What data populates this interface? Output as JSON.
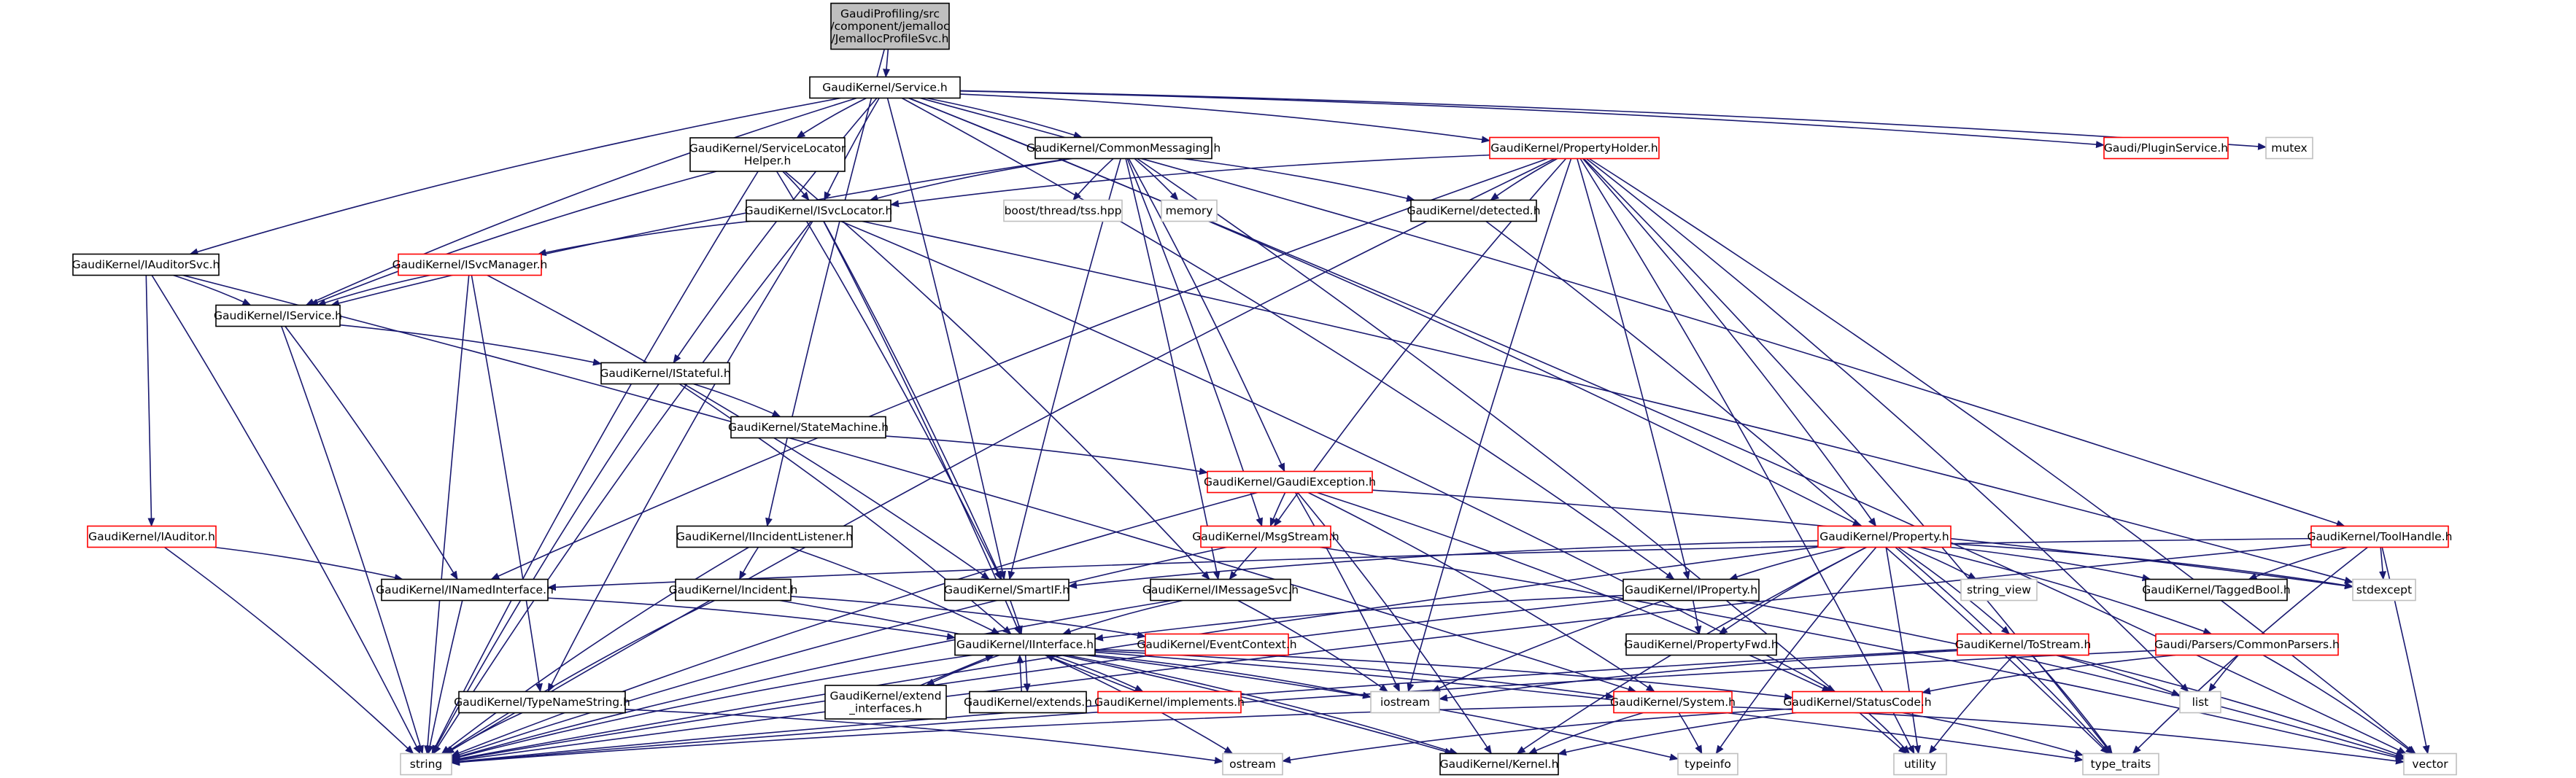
{
  "graph": {
    "colors": {
      "edge": "#191970",
      "root_fill": "#bfbfbf",
      "root_border": "#000000",
      "normal_border": "#000000",
      "link_border": "#ff0000",
      "external_border": "#bfbfbf",
      "text": "#000000",
      "background": "#ffffff"
    },
    "nodes": [
      {
        "id": "root",
        "lines": [
          "GaudiProfiling/src",
          "/component/jemalloc",
          "/JemallocProfileSvc.h"
        ],
        "kind": "root"
      },
      {
        "id": "service",
        "lines": [
          "GaudiKernel/Service.h"
        ],
        "kind": "normal"
      },
      {
        "id": "svclocator_helper",
        "lines": [
          "GaudiKernel/ServiceLocator",
          "Helper.h"
        ],
        "kind": "normal"
      },
      {
        "id": "common_messaging",
        "lines": [
          "GaudiKernel/CommonMessaging.h"
        ],
        "kind": "normal"
      },
      {
        "id": "property_holder",
        "lines": [
          "GaudiKernel/PropertyHolder.h"
        ],
        "kind": "link"
      },
      {
        "id": "plugin_service",
        "lines": [
          "Gaudi/PluginService.h"
        ],
        "kind": "link"
      },
      {
        "id": "mutex",
        "lines": [
          "mutex"
        ],
        "kind": "external"
      },
      {
        "id": "isvclocator",
        "lines": [
          "GaudiKernel/ISvcLocator.h"
        ],
        "kind": "normal"
      },
      {
        "id": "tss",
        "lines": [
          "boost/thread/tss.hpp"
        ],
        "kind": "external"
      },
      {
        "id": "memory",
        "lines": [
          "memory"
        ],
        "kind": "external"
      },
      {
        "id": "detected",
        "lines": [
          "GaudiKernel/detected.h"
        ],
        "kind": "normal"
      },
      {
        "id": "iauditorsvc",
        "lines": [
          "GaudiKernel/IAuditorSvc.h"
        ],
        "kind": "normal"
      },
      {
        "id": "isvcmanager",
        "lines": [
          "GaudiKernel/ISvcManager.h"
        ],
        "kind": "link"
      },
      {
        "id": "iservice",
        "lines": [
          "GaudiKernel/IService.h"
        ],
        "kind": "normal"
      },
      {
        "id": "istateful",
        "lines": [
          "GaudiKernel/IStateful.h"
        ],
        "kind": "normal"
      },
      {
        "id": "statemachine",
        "lines": [
          "GaudiKernel/StateMachine.h"
        ],
        "kind": "normal"
      },
      {
        "id": "gaudiexception",
        "lines": [
          "GaudiKernel/GaudiException.h"
        ],
        "kind": "link"
      },
      {
        "id": "iauditor",
        "lines": [
          "GaudiKernel/IAuditor.h"
        ],
        "kind": "link"
      },
      {
        "id": "iincidentlistener",
        "lines": [
          "GaudiKernel/IIncidentListener.h"
        ],
        "kind": "normal"
      },
      {
        "id": "msgstream",
        "lines": [
          "GaudiKernel/MsgStream.h"
        ],
        "kind": "link"
      },
      {
        "id": "property",
        "lines": [
          "GaudiKernel/Property.h"
        ],
        "kind": "link"
      },
      {
        "id": "toolhandle",
        "lines": [
          "GaudiKernel/ToolHandle.h"
        ],
        "kind": "link"
      },
      {
        "id": "inamedinterface",
        "lines": [
          "GaudiKernel/INamedInterface.h"
        ],
        "kind": "normal"
      },
      {
        "id": "incident",
        "lines": [
          "GaudiKernel/Incident.h"
        ],
        "kind": "normal"
      },
      {
        "id": "smartif",
        "lines": [
          "GaudiKernel/SmartIF.h"
        ],
        "kind": "normal"
      },
      {
        "id": "imessagesvc",
        "lines": [
          "GaudiKernel/IMessageSvc.h"
        ],
        "kind": "normal"
      },
      {
        "id": "iproperty",
        "lines": [
          "GaudiKernel/IProperty.h"
        ],
        "kind": "normal"
      },
      {
        "id": "string_view",
        "lines": [
          "string_view"
        ],
        "kind": "external"
      },
      {
        "id": "taggedbool",
        "lines": [
          "GaudiKernel/TaggedBool.h"
        ],
        "kind": "normal"
      },
      {
        "id": "stdexcept",
        "lines": [
          "stdexcept"
        ],
        "kind": "external"
      },
      {
        "id": "eventcontext",
        "lines": [
          "GaudiKernel/EventContext.h"
        ],
        "kind": "link"
      },
      {
        "id": "iinterface",
        "lines": [
          "GaudiKernel/IInterface.h"
        ],
        "kind": "normal"
      },
      {
        "id": "propertyfwd",
        "lines": [
          "GaudiKernel/PropertyFwd.h"
        ],
        "kind": "normal"
      },
      {
        "id": "tostream",
        "lines": [
          "GaudiKernel/ToStream.h"
        ],
        "kind": "link"
      },
      {
        "id": "commonparsers",
        "lines": [
          "Gaudi/Parsers/CommonParsers.h"
        ],
        "kind": "link"
      },
      {
        "id": "extend_interfaces",
        "lines": [
          "GaudiKernel/extend",
          "_interfaces.h"
        ],
        "kind": "normal"
      },
      {
        "id": "extends",
        "lines": [
          "GaudiKernel/extends.h"
        ],
        "kind": "normal"
      },
      {
        "id": "implements",
        "lines": [
          "GaudiKernel/implements.h"
        ],
        "kind": "link"
      },
      {
        "id": "iostream",
        "lines": [
          "iostream"
        ],
        "kind": "external"
      },
      {
        "id": "system",
        "lines": [
          "GaudiKernel/System.h"
        ],
        "kind": "link"
      },
      {
        "id": "statuscode",
        "lines": [
          "GaudiKernel/StatusCode.h"
        ],
        "kind": "link"
      },
      {
        "id": "list",
        "lines": [
          "list"
        ],
        "kind": "external"
      },
      {
        "id": "typenamestring",
        "lines": [
          "GaudiKernel/TypeNameString.h"
        ],
        "kind": "normal"
      },
      {
        "id": "string",
        "lines": [
          "string"
        ],
        "kind": "external"
      },
      {
        "id": "ostream",
        "lines": [
          "ostream"
        ],
        "kind": "external"
      },
      {
        "id": "kernel",
        "lines": [
          "GaudiKernel/Kernel.h"
        ],
        "kind": "normal"
      },
      {
        "id": "typeinfo",
        "lines": [
          "typeinfo"
        ],
        "kind": "external"
      },
      {
        "id": "utility",
        "lines": [
          "utility"
        ],
        "kind": "external"
      },
      {
        "id": "type_traits",
        "lines": [
          "type_traits"
        ],
        "kind": "external"
      },
      {
        "id": "vector",
        "lines": [
          "vector"
        ],
        "kind": "external"
      }
    ],
    "edges": [
      [
        "root",
        "service"
      ],
      [
        "root",
        "iincidentlistener"
      ],
      [
        "service",
        "svclocator_helper"
      ],
      [
        "service",
        "common_messaging"
      ],
      [
        "service",
        "property_holder"
      ],
      [
        "service",
        "plugin_service"
      ],
      [
        "service",
        "mutex"
      ],
      [
        "service",
        "isvclocator"
      ],
      [
        "service",
        "iauditorsvc"
      ],
      [
        "service",
        "iservice"
      ],
      [
        "service",
        "istateful"
      ],
      [
        "service",
        "smartif"
      ],
      [
        "service",
        "iproperty"
      ],
      [
        "service",
        "property"
      ],
      [
        "service",
        "toolhandle"
      ],
      [
        "service",
        "vector"
      ],
      [
        "svclocator_helper",
        "isvclocator"
      ],
      [
        "svclocator_helper",
        "smartif"
      ],
      [
        "svclocator_helper",
        "iservice"
      ],
      [
        "svclocator_helper",
        "string"
      ],
      [
        "svclocator_helper",
        "imessagesvc"
      ],
      [
        "common_messaging",
        "isvclocator"
      ],
      [
        "common_messaging",
        "tss"
      ],
      [
        "common_messaging",
        "memory"
      ],
      [
        "common_messaging",
        "detected"
      ],
      [
        "common_messaging",
        "gaudiexception"
      ],
      [
        "common_messaging",
        "msgstream"
      ],
      [
        "common_messaging",
        "imessagesvc"
      ],
      [
        "common_messaging",
        "smartif"
      ],
      [
        "common_messaging",
        "iservice"
      ],
      [
        "common_messaging",
        "utility"
      ],
      [
        "property_holder",
        "isvclocator"
      ],
      [
        "property_holder",
        "detected"
      ],
      [
        "property_holder",
        "string"
      ],
      [
        "property_holder",
        "property"
      ],
      [
        "property_holder",
        "iproperty"
      ],
      [
        "property_holder",
        "msgstream"
      ],
      [
        "property_holder",
        "inamedinterface"
      ],
      [
        "property_holder",
        "iostream"
      ],
      [
        "property_holder",
        "list"
      ],
      [
        "property_holder",
        "vector"
      ],
      [
        "property_holder",
        "utility"
      ],
      [
        "property_holder",
        "type_traits"
      ],
      [
        "isvclocator",
        "isvcmanager"
      ],
      [
        "isvclocator",
        "iinterface"
      ],
      [
        "isvclocator",
        "smartif"
      ],
      [
        "isvclocator",
        "string"
      ],
      [
        "isvclocator",
        "typenamestring"
      ],
      [
        "isvclocator",
        "stdexcept"
      ],
      [
        "isvclocator",
        "statuscode"
      ],
      [
        "detected",
        "type_traits"
      ],
      [
        "iauditorsvc",
        "iservice"
      ],
      [
        "iauditorsvc",
        "iauditor"
      ],
      [
        "iauditorsvc",
        "string"
      ],
      [
        "iauditorsvc",
        "system"
      ],
      [
        "isvcmanager",
        "iservice"
      ],
      [
        "isvcmanager",
        "smartif"
      ],
      [
        "isvcmanager",
        "string"
      ],
      [
        "isvcmanager",
        "typenamestring"
      ],
      [
        "iservice",
        "inamedinterface"
      ],
      [
        "iservice",
        "istateful"
      ],
      [
        "iservice",
        "string"
      ],
      [
        "istateful",
        "iinterface"
      ],
      [
        "istateful",
        "statemachine"
      ],
      [
        "istateful",
        "string"
      ],
      [
        "statemachine",
        "gaudiexception"
      ],
      [
        "gaudiexception",
        "msgstream"
      ],
      [
        "gaudiexception",
        "system"
      ],
      [
        "gaudiexception",
        "statuscode"
      ],
      [
        "gaudiexception",
        "iostream"
      ],
      [
        "gaudiexception",
        "string"
      ],
      [
        "gaudiexception",
        "stdexcept"
      ],
      [
        "gaudiexception",
        "kernel"
      ],
      [
        "iauditor",
        "inamedinterface"
      ],
      [
        "iauditor",
        "string"
      ],
      [
        "iincidentlistener",
        "iinterface"
      ],
      [
        "iincidentlistener",
        "incident"
      ],
      [
        "iincidentlistener",
        "string"
      ],
      [
        "msgstream",
        "imessagesvc"
      ],
      [
        "msgstream",
        "string"
      ],
      [
        "msgstream",
        "vector"
      ],
      [
        "property",
        "iproperty"
      ],
      [
        "property",
        "propertyfwd"
      ],
      [
        "property",
        "taggedbool"
      ],
      [
        "property",
        "tostream"
      ],
      [
        "property",
        "commonparsers"
      ],
      [
        "property",
        "string_view"
      ],
      [
        "property",
        "stdexcept"
      ],
      [
        "property",
        "string"
      ],
      [
        "property",
        "utility"
      ],
      [
        "property",
        "typeinfo"
      ],
      [
        "property",
        "kernel"
      ],
      [
        "property",
        "smartif"
      ],
      [
        "property",
        "type_traits"
      ],
      [
        "toolhandle",
        "taggedbool"
      ],
      [
        "toolhandle",
        "inamedinterface"
      ],
      [
        "toolhandle",
        "stdexcept"
      ],
      [
        "toolhandle",
        "vector"
      ],
      [
        "toolhandle",
        "type_traits"
      ],
      [
        "toolhandle",
        "string"
      ],
      [
        "inamedinterface",
        "iinterface"
      ],
      [
        "inamedinterface",
        "string"
      ],
      [
        "incident",
        "eventcontext"
      ],
      [
        "incident",
        "string"
      ],
      [
        "incident",
        "kernel"
      ],
      [
        "smartif",
        "iinterface"
      ],
      [
        "imessagesvc",
        "iinterface"
      ],
      [
        "imessagesvc",
        "string"
      ],
      [
        "imessagesvc",
        "iostream"
      ],
      [
        "iproperty",
        "iinterface"
      ],
      [
        "iproperty",
        "propertyfwd"
      ],
      [
        "iproperty",
        "iostream"
      ],
      [
        "iproperty",
        "string"
      ],
      [
        "iproperty",
        "vector"
      ],
      [
        "iinterface",
        "extend_interfaces"
      ],
      [
        "iinterface",
        "extends"
      ],
      [
        "iinterface",
        "implements"
      ],
      [
        "iinterface",
        "system"
      ],
      [
        "iinterface",
        "statuscode"
      ],
      [
        "iinterface",
        "kernel"
      ],
      [
        "iinterface",
        "string"
      ],
      [
        "iinterface",
        "iostream"
      ],
      [
        "iinterface",
        "ostream"
      ],
      [
        "iinterface",
        "typeinfo"
      ],
      [
        "iinterface",
        "type_traits"
      ],
      [
        "extend_interfaces",
        "iinterface"
      ],
      [
        "extends",
        "iinterface"
      ],
      [
        "implements",
        "iinterface"
      ],
      [
        "tostream",
        "string"
      ],
      [
        "tostream",
        "iostream"
      ],
      [
        "tostream",
        "list"
      ],
      [
        "tostream",
        "vector"
      ],
      [
        "tostream",
        "type_traits"
      ],
      [
        "tostream",
        "utility"
      ],
      [
        "commonparsers",
        "statuscode"
      ],
      [
        "commonparsers",
        "string"
      ],
      [
        "commonparsers",
        "vector"
      ],
      [
        "commonparsers",
        "list"
      ],
      [
        "system",
        "kernel"
      ],
      [
        "system",
        "string"
      ],
      [
        "system",
        "vector"
      ],
      [
        "system",
        "typeinfo"
      ],
      [
        "statuscode",
        "kernel"
      ],
      [
        "statuscode",
        "ostream"
      ],
      [
        "statuscode",
        "utility"
      ],
      [
        "statuscode",
        "type_traits"
      ],
      [
        "typenamestring",
        "string"
      ],
      [
        "typenamestring",
        "ostream"
      ]
    ]
  }
}
